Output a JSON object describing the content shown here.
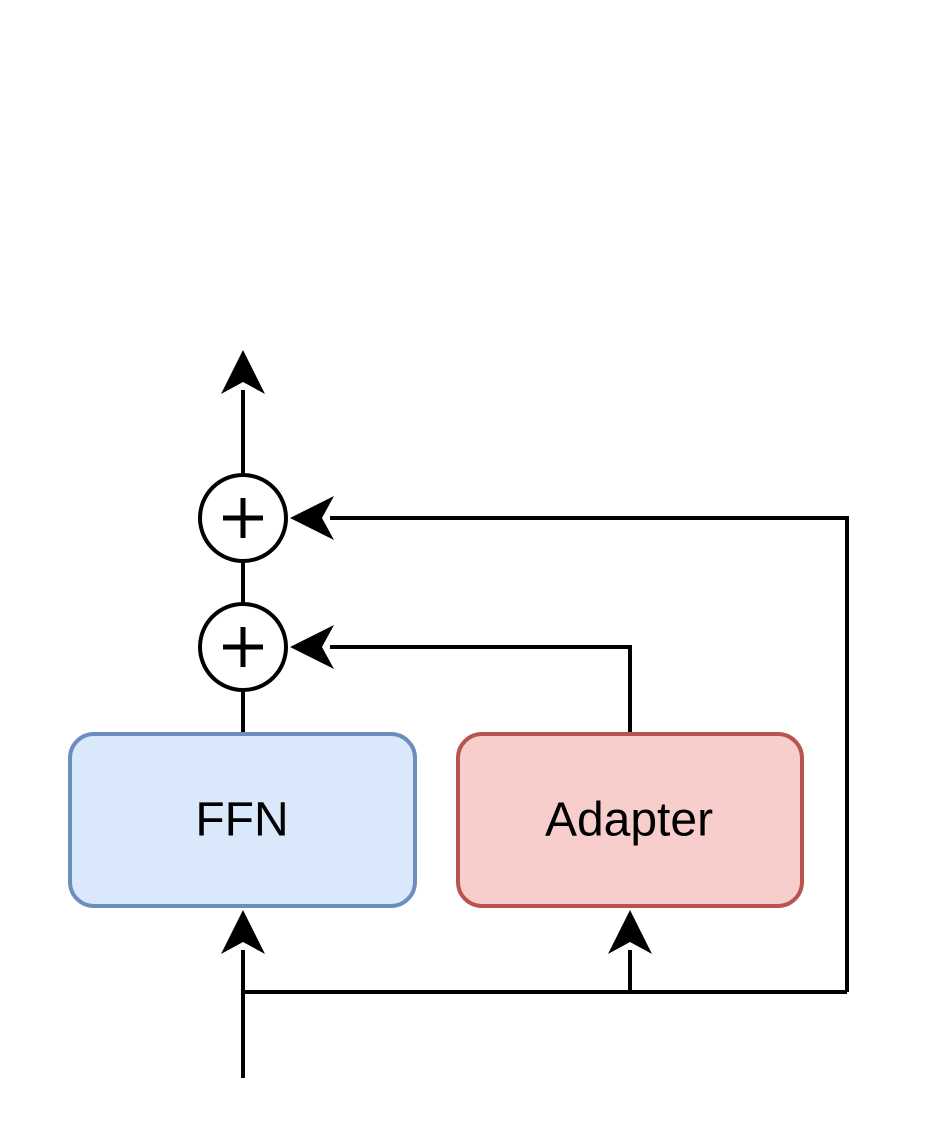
{
  "nodes": {
    "ffn": {
      "label": "FFN",
      "fill": "#dae8fc",
      "stroke": "#6c8ebf"
    },
    "adapter": {
      "label": "Adapter",
      "fill": "#f8cecc",
      "stroke": "#b85450"
    },
    "add_lower": {
      "symbol": "+"
    },
    "add_upper": {
      "symbol": "+"
    }
  },
  "edges": [
    {
      "from": "input",
      "to": "ffn"
    },
    {
      "from": "input",
      "to": "adapter"
    },
    {
      "from": "input",
      "to": "add_upper"
    },
    {
      "from": "ffn",
      "to": "add_lower"
    },
    {
      "from": "adapter",
      "to": "add_lower"
    },
    {
      "from": "add_lower",
      "to": "add_upper"
    },
    {
      "from": "add_upper",
      "to": "output"
    }
  ],
  "colors": {
    "line": "#000000",
    "background": "#ffffff"
  }
}
